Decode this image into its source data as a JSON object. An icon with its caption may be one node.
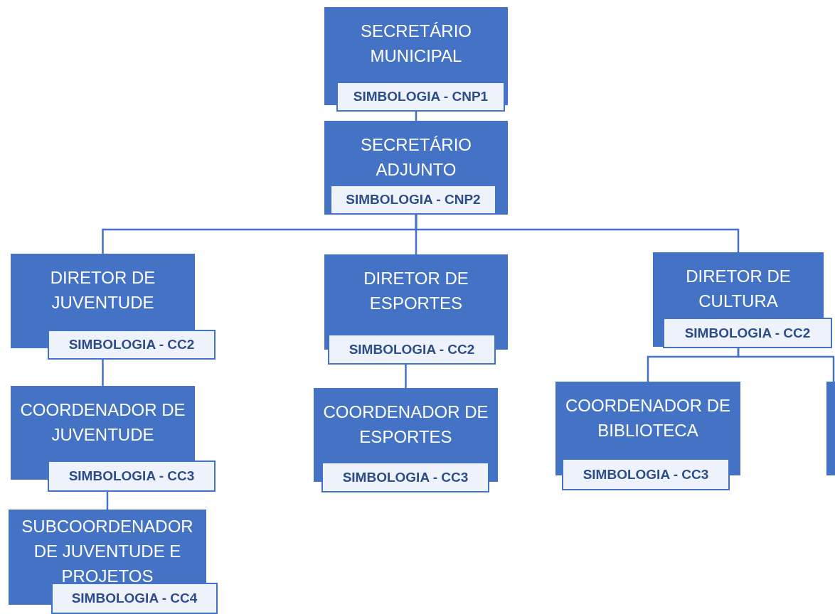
{
  "diagram": {
    "nodes": [
      {
        "text": [
          "SECRETÁRIO MUNICIPAL",
          "SIMBOLOGIA - CNP1"
        ]
      },
      {
        "text": [
          "SECRETÁRIO ADJUNTO",
          "SIMBOLOGIA - CNP2"
        ]
      },
      {
        "text": [
          "DIRETOR DE JUVENTUDE",
          "SIMBOLOGIA - CC2"
        ]
      },
      {
        "text": [
          "DIRETOR DE ESPORTES",
          "SIMBOLOGIA - CC2"
        ]
      },
      {
        "text": [
          "DIRETOR DE CULTURA",
          "SIMBOLOGIA - CC2"
        ]
      },
      {
        "text": [
          "COORDENADOR DE JUVENTUDE",
          "SIMBOLOGIA - CC3"
        ]
      },
      {
        "text": [
          "COORDENADOR DE ESPORTES",
          "SIMBOLOGIA - CC3"
        ]
      },
      {
        "text": [
          "COORDENADOR DE BIBLIOTECA",
          "SIMBOLOGIA - CC3"
        ]
      },
      {
        "text": [],
        "shape": "box"
      },
      {
        "text": [
          "SUBCOORDENADOR DE JUVENTUDE E PROJETOS",
          "SIMBOLOGIA - CC4"
        ]
      }
    ],
    "edges": [
      {
        "from": 0,
        "to": 1,
        "arrow": "none"
      },
      {
        "from": 1,
        "to": 2,
        "arrow": "none"
      },
      {
        "from": 1,
        "to": 3,
        "arrow": "none"
      },
      {
        "from": 1,
        "to": 4,
        "arrow": "none"
      },
      {
        "from": 2,
        "to": 5,
        "arrow": "none"
      },
      {
        "from": 3,
        "to": 6,
        "arrow": "none"
      },
      {
        "from": 4,
        "to": 7,
        "arrow": "none"
      },
      {
        "from": 4,
        "to": 8,
        "arrow": "none"
      },
      {
        "from": 5,
        "to": 9,
        "arrow": "none"
      }
    ]
  }
}
